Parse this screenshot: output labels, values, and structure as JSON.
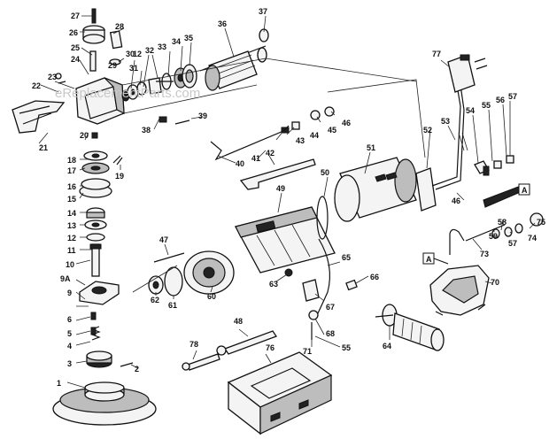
{
  "watermark": "eReplacementParts.com",
  "box_marker": "A",
  "labels": {
    "l27": "27",
    "l26": "26",
    "l28": "28",
    "l25": "25",
    "l24": "24",
    "l23": "23",
    "l22": "22",
    "l21": "21",
    "l20": "20",
    "l29": "29",
    "l30": "30",
    "l31": "31",
    "l12a": "12",
    "l32": "32",
    "l33": "33",
    "l34": "34",
    "l35": "35",
    "l36": "36",
    "l37": "37",
    "l38": "38",
    "l39": "39",
    "l18": "18",
    "l17": "17",
    "l16": "16",
    "l15": "15",
    "l14": "14",
    "l13": "13",
    "l12b": "12",
    "l11": "11",
    "l10": "10",
    "l9a": "9A",
    "l9": "9",
    "l6": "6",
    "l5": "5",
    "l4": "4",
    "l3": "3",
    "l2": "2",
    "l1": "1",
    "l19": "19",
    "l40": "40",
    "l41": "41",
    "l42": "42",
    "l43": "43",
    "l44": "44",
    "l45": "45",
    "l46a": "46",
    "l47": "47",
    "l48": "48",
    "l49": "49",
    "l50": "50",
    "l51": "51",
    "l52": "52",
    "l53": "53",
    "l54": "54",
    "l55": "55",
    "l56": "56",
    "l57a": "57",
    "l77": "77",
    "l46b": "46",
    "l58": "58",
    "l59": "59",
    "l57b": "57",
    "l74": "74",
    "l75": "75",
    "l73": "73",
    "l70": "70",
    "l60": "60",
    "l61": "61",
    "l62": "62",
    "l63": "63",
    "l65": "65",
    "l66": "66",
    "l67": "67",
    "l68": "68",
    "l71": "71",
    "l55b": "55",
    "l64": "64",
    "l78": "78",
    "l76": "76"
  }
}
